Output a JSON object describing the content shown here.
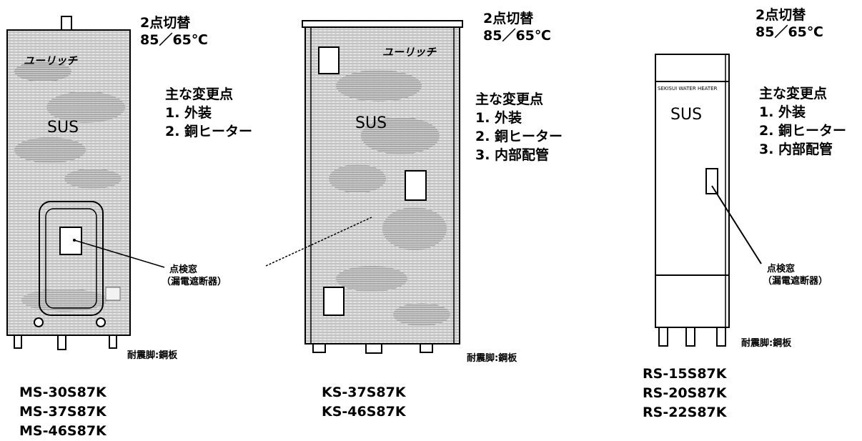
{
  "units": [
    {
      "temp_switch": [
        "2点切替",
        "85／65℃"
      ],
      "changes_title": "主な変更点",
      "changes": [
        "1. 外装",
        "2. 銅ヒーター"
      ],
      "brand": "ユーリッチ",
      "material": "SUS",
      "window_label": [
        "点検窓",
        "（漏電遮断器）"
      ],
      "legs_label": "耐震脚:鋼板",
      "models": [
        "MS-30S87K",
        "MS-37S87K",
        "MS-46S87K"
      ]
    },
    {
      "temp_switch": [
        "2点切替",
        "85／65℃"
      ],
      "changes_title": "主な変更点",
      "changes": [
        "1. 外装",
        "2. 銅ヒーター",
        "3. 内部配管"
      ],
      "brand": "ユーリッチ",
      "material": "SUS",
      "legs_label": "耐震脚:鋼板",
      "models": [
        "KS-37S87K",
        "KS-46S87K"
      ]
    },
    {
      "temp_switch": [
        "2点切替",
        "85／65℃"
      ],
      "changes_title": "主な変更点",
      "changes": [
        "1. 外装",
        "2. 銅ヒーター",
        "3. 内部配管"
      ],
      "maker_label": "SEKISUI WATER HEATER",
      "material": "SUS",
      "window_label": [
        "点検窓",
        "（漏電遮断器）"
      ],
      "legs_label": "耐震脚:鋼板",
      "models": [
        "RS-15S87K",
        "RS-20S87K",
        "RS-22S87K"
      ]
    }
  ]
}
